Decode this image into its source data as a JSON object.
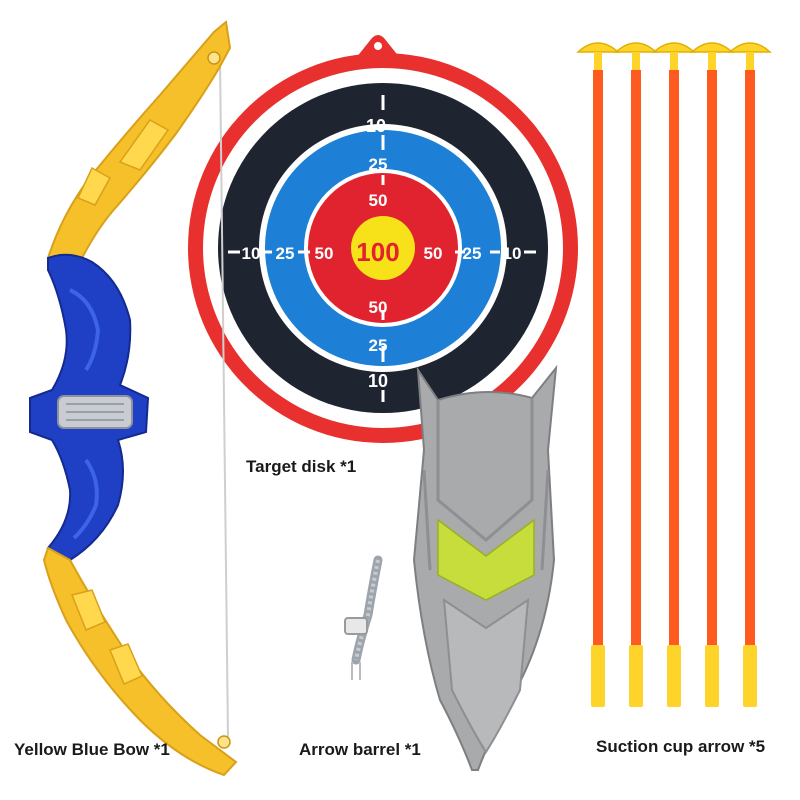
{
  "products": {
    "target": {
      "caption": "Target disk *1"
    },
    "bow": {
      "caption": "Yellow Blue Bow *1"
    },
    "barrel": {
      "caption": "Arrow barrel *1"
    },
    "arrows": {
      "caption": "Suction cup arrow *5",
      "count": 5
    }
  },
  "target_scores": {
    "outer": "10",
    "second": "25",
    "third": "50",
    "center": "100"
  },
  "colors": {
    "bow_yellow": "#f5c02a",
    "bow_blue": "#1f3fc4",
    "target_red_rim": "#e8302e",
    "target_black": "#1e2430",
    "target_blue": "#1d7fd6",
    "target_red": "#e0232e",
    "target_yellow": "#f7e21a",
    "barrel_gray": "#a9aaac",
    "barrel_accent": "#c7dd3c",
    "arrow_orange": "#ff5a1f",
    "arrow_tip": "#ffd42a"
  }
}
